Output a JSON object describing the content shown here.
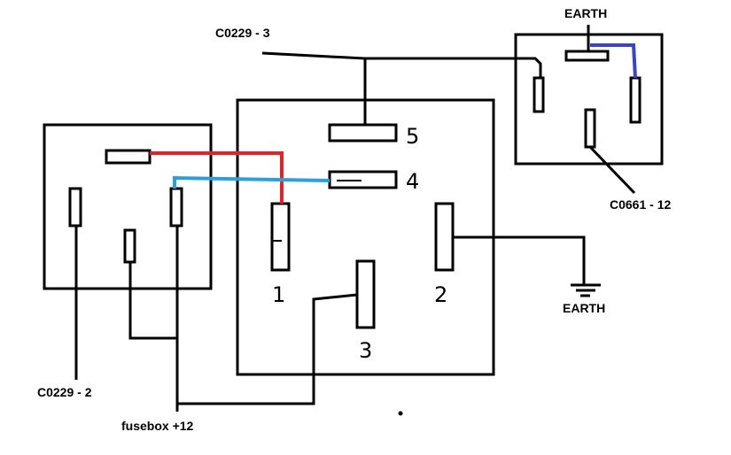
{
  "labels": {
    "c0229_3": "C0229 - 3",
    "earth_top": "EARTH",
    "c0661_12": "C0661 - 12",
    "earth_ground": "EARTH",
    "c0229_2": "C0229 - 2",
    "fusebox": "fusebox +12"
  },
  "pins": {
    "p1": "1",
    "p2": "2",
    "p3": "3",
    "p4": "4",
    "p5": "5"
  },
  "colors": {
    "red_wire": "#e8202a",
    "light_blue_wire": "#2aa0d8",
    "dark_blue_wire": "#3a44c8",
    "black": "#000000"
  }
}
